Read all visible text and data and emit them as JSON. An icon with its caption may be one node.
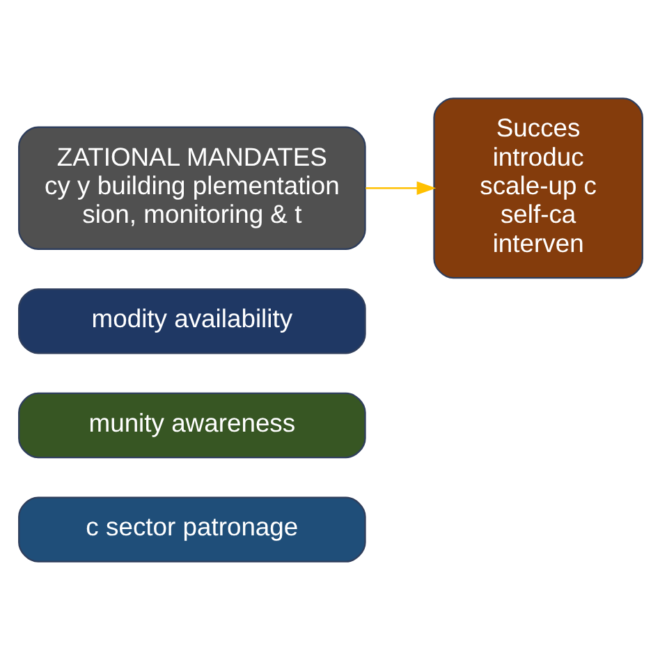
{
  "diagram": {
    "nodes": [
      {
        "text": [
          "ZATIONAL MANDATES",
          "cy y building plementation sion, monitoring & t"
        ]
      },
      {
        "text": [
          "modity availability"
        ]
      },
      {
        "text": [
          "munity awareness"
        ]
      },
      {
        "text": [
          "c sector patronage"
        ]
      },
      {
        "text": [
          "Succes introduc scale-up c self-ca interven"
        ]
      }
    ],
    "edges": [
      {
        "from": 0,
        "to": 4,
        "arrow": "to",
        "color": "#ffc000"
      }
    ]
  }
}
